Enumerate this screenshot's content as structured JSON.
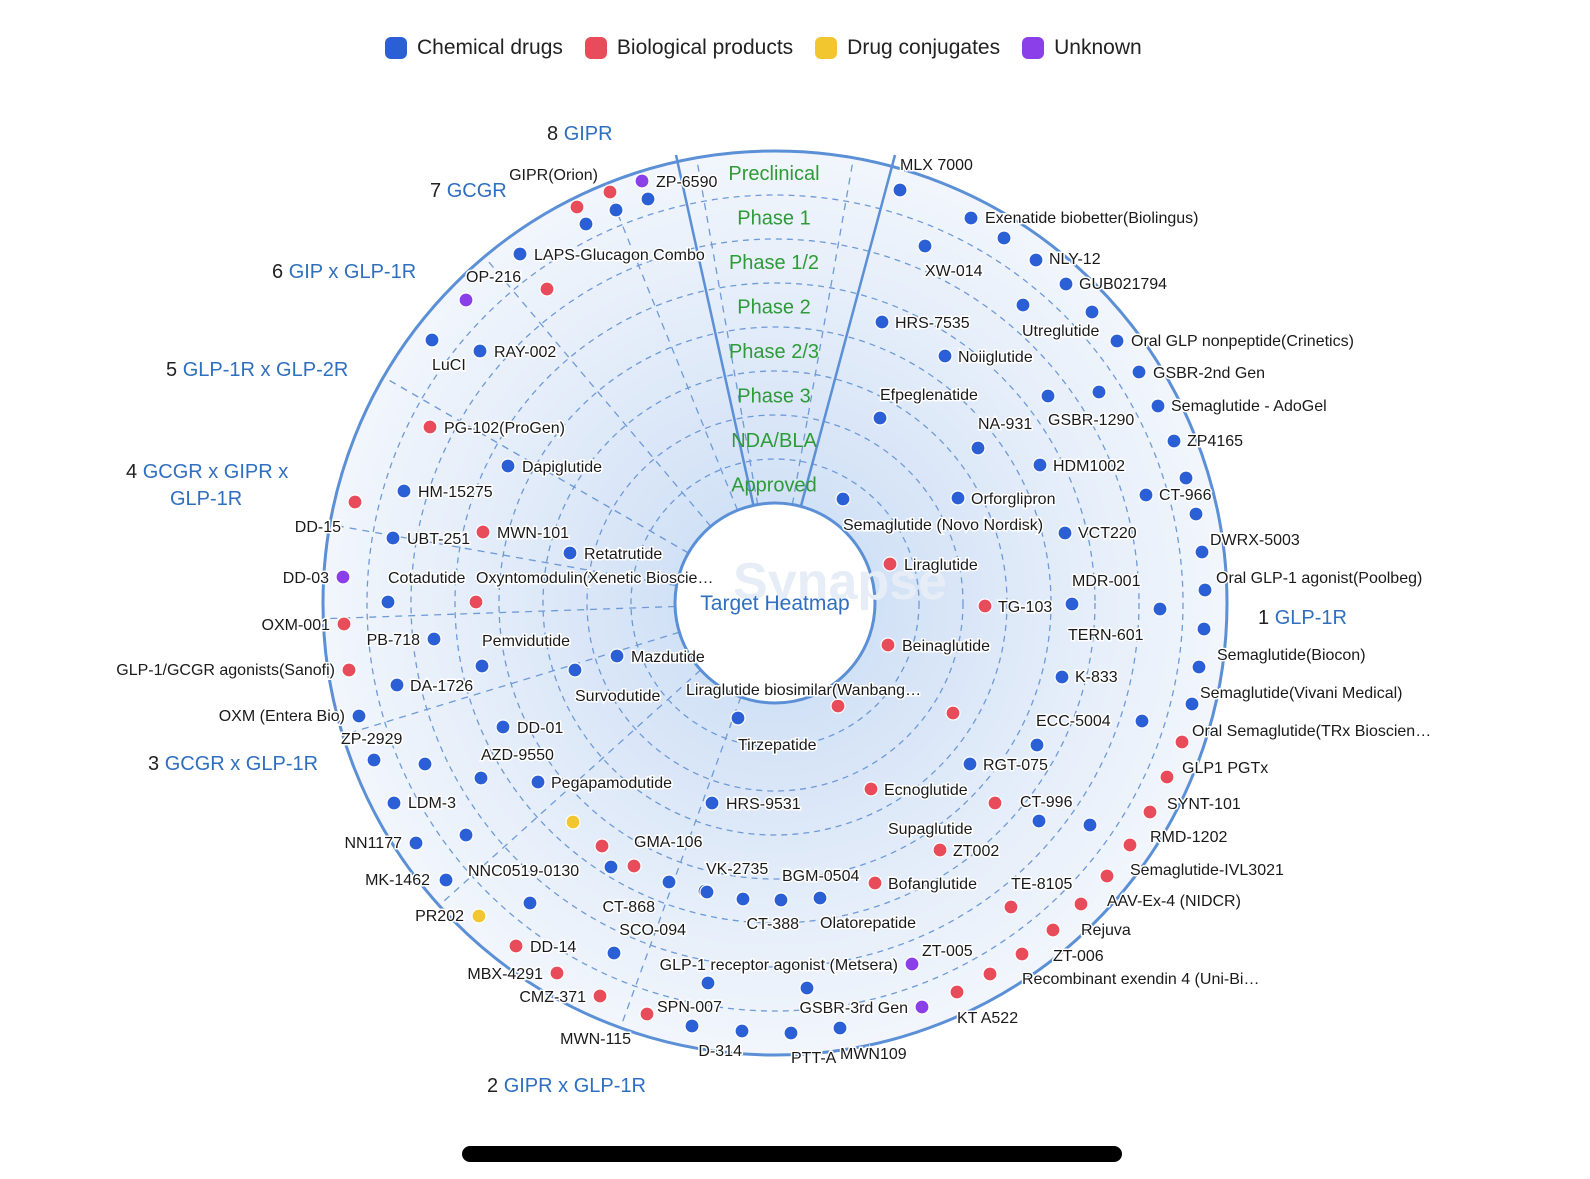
{
  "colors": {
    "chemical": "#2a5fd6",
    "biological": "#e84c5a",
    "conjugate": "#f2c62f",
    "unknown": "#8a3fe8",
    "phase_text": "#2e9b38",
    "target_text": "#2f6fbf",
    "ring": "#5b8fd6"
  },
  "legend": [
    {
      "label": "Chemical drugs",
      "type": "chemical"
    },
    {
      "label": "Biological products",
      "type": "biological"
    },
    {
      "label": "Drug conjugates",
      "type": "conjugate"
    },
    {
      "label": "Unknown",
      "type": "unknown"
    }
  ],
  "center_label": "Target Heatmap",
  "watermark": "Synapse",
  "phases": [
    "Preclinical",
    "Phase 1",
    "Phase 1/2",
    "Phase 2",
    "Phase 2/3",
    "Phase 3",
    "NDA/BLA",
    "Approved"
  ],
  "targets": [
    {
      "num": "1",
      "name": "GLP-1R"
    },
    {
      "num": "2",
      "name": "GIPR x GLP-1R"
    },
    {
      "num": "3",
      "name": "GCGR x GLP-1R"
    },
    {
      "num": "4",
      "name": "GCGR x GIPR x GLP-1R"
    },
    {
      "num": "5",
      "name": "GLP-1R x GLP-2R"
    },
    {
      "num": "6",
      "name": "GIP x GLP-1R"
    },
    {
      "num": "7",
      "name": "GCGR"
    },
    {
      "num": "8",
      "name": "GIPR"
    }
  ],
  "drugs": [
    {
      "name": "MLX 7000",
      "type": "chemical"
    },
    {
      "name": "Exenatide biobetter(Biolingus)",
      "type": "chemical"
    },
    {
      "name": "NLY-12",
      "type": "chemical"
    },
    {
      "name": "GUB021794",
      "type": "chemical"
    },
    {
      "name": "XW-014",
      "type": "chemical"
    },
    {
      "name": "Utreglutide",
      "type": "chemical"
    },
    {
      "name": "Oral GLP nonpeptide(Crinetics)",
      "type": "chemical"
    },
    {
      "name": "HRS-7535",
      "type": "chemical"
    },
    {
      "name": "Noiiglutide",
      "type": "chemical"
    },
    {
      "name": "GSBR-2nd Gen",
      "type": "chemical"
    },
    {
      "name": "Semaglutide - AdoGel",
      "type": "chemical"
    },
    {
      "name": "Efpeglenatide",
      "type": "chemical"
    },
    {
      "name": "NA-931",
      "type": "chemical"
    },
    {
      "name": "GSBR-1290",
      "type": "chemical"
    },
    {
      "name": "ZP4165",
      "type": "chemical"
    },
    {
      "name": "HDM1002",
      "type": "chemical"
    },
    {
      "name": "CT-966",
      "type": "chemical"
    },
    {
      "name": "Orforglipron",
      "type": "chemical"
    },
    {
      "name": "Semaglutide (Novo Nordisk)",
      "type": "chemical"
    },
    {
      "name": "VCT220",
      "type": "chemical"
    },
    {
      "name": "DWRX-5003",
      "type": "chemical"
    },
    {
      "name": "Liraglutide",
      "type": "biological"
    },
    {
      "name": "MDR-001",
      "type": "chemical"
    },
    {
      "name": "Oral GLP-1 agonist(Poolbeg)",
      "type": "chemical"
    },
    {
      "name": "TG-103",
      "type": "biological"
    },
    {
      "name": "TERN-601",
      "type": "chemical"
    },
    {
      "name": "Beinaglutide",
      "type": "biological"
    },
    {
      "name": "Semaglutide(Biocon)",
      "type": "chemical"
    },
    {
      "name": "K-833",
      "type": "chemical"
    },
    {
      "name": "Semaglutide(Vivani Medical)",
      "type": "chemical"
    },
    {
      "name": "Liraglutide biosimilar(Wanbang…",
      "type": "biological"
    },
    {
      "name": "ECC-5004",
      "type": "chemical"
    },
    {
      "name": "Oral Semaglutide(TRx Bioscien…",
      "type": "chemical"
    },
    {
      "name": "RGT-075",
      "type": "chemical"
    },
    {
      "name": "GLP1 PGTx",
      "type": "biological"
    },
    {
      "name": "Ecnoglutide",
      "type": "biological"
    },
    {
      "name": "CT-996",
      "type": "chemical"
    },
    {
      "name": "SYNT-101",
      "type": "biological"
    },
    {
      "name": "Supaglutide",
      "type": "biological"
    },
    {
      "name": "RMD-1202",
      "type": "biological"
    },
    {
      "name": "ZT002",
      "type": "biological"
    },
    {
      "name": "Semaglutide-IVL3021",
      "type": "biological"
    },
    {
      "name": "Bofanglutide",
      "type": "biological"
    },
    {
      "name": "TE-8105",
      "type": "biological"
    },
    {
      "name": "AAV-Ex-4 (NIDCR)",
      "type": "biological"
    },
    {
      "name": "Rejuva",
      "type": "biological"
    },
    {
      "name": "ZT-006",
      "type": "biological"
    },
    {
      "name": "ZT-005",
      "type": "biological"
    },
    {
      "name": "Recombinant exendin 4 (Uni-Bi…",
      "type": "biological"
    },
    {
      "name": "KT A522",
      "type": "biological"
    },
    {
      "name": "GSBR-3rd Gen",
      "type": "unknown"
    },
    {
      "name": "GLP-1 receptor agonist (Metsera)",
      "type": "unknown"
    },
    {
      "name": "Olatorepatide",
      "type": "chemical"
    },
    {
      "name": "MWN109",
      "type": "chemical"
    },
    {
      "name": "PTT-A",
      "type": "chemical"
    },
    {
      "name": "D-314",
      "type": "chemical"
    },
    {
      "name": "MWN-115",
      "type": "biological"
    },
    {
      "name": "SPN-007",
      "type": "chemical"
    },
    {
      "name": "CMZ-371",
      "type": "biological"
    },
    {
      "name": "MBX-4291",
      "type": "biological"
    },
    {
      "name": "DD-14",
      "type": "biological"
    },
    {
      "name": "SCO-094",
      "type": "chemical"
    },
    {
      "name": "CT-868",
      "type": "chemical"
    },
    {
      "name": "CT-388",
      "type": "chemical"
    },
    {
      "name": "BGM-0504",
      "type": "chemical"
    },
    {
      "name": "VK-2735",
      "type": "chemical"
    },
    {
      "name": "GMA-106",
      "type": "biological"
    },
    {
      "name": "HRS-9531",
      "type": "chemical"
    },
    {
      "name": "Tirzepatide",
      "type": "chemical"
    },
    {
      "name": "PR202",
      "type": "conjugate"
    },
    {
      "name": "NNC0519-0130",
      "type": "chemical"
    },
    {
      "name": "MK-1462",
      "type": "chemical"
    },
    {
      "name": "NN1177",
      "type": "chemical"
    },
    {
      "name": "LDM-3",
      "type": "chemical"
    },
    {
      "name": "Pegapamodutide",
      "type": "chemical"
    },
    {
      "name": "AZD-9550",
      "type": "chemical"
    },
    {
      "name": "DD-01",
      "type": "chemical"
    },
    {
      "name": "ZP-2929",
      "type": "chemical"
    },
    {
      "name": "OXM (Entera Bio)",
      "type": "chemical"
    },
    {
      "name": "DA-1726",
      "type": "chemical"
    },
    {
      "name": "Survodutide",
      "type": "chemical"
    },
    {
      "name": "Mazdutide",
      "type": "chemical"
    },
    {
      "name": "Pemvidutide",
      "type": "chemical"
    },
    {
      "name": "GLP-1/GCGR agonists(Sanofi)",
      "type": "biological"
    },
    {
      "name": "PB-718",
      "type": "chemical"
    },
    {
      "name": "OXM-001",
      "type": "biological"
    },
    {
      "name": "Cotadutide",
      "type": "chemical"
    },
    {
      "name": "Oxyntomodulin(Xenetic Bioscie…",
      "type": "biological"
    },
    {
      "name": "DD-03",
      "type": "unknown"
    },
    {
      "name": "Retatrutide",
      "type": "chemical"
    },
    {
      "name": "MWN-101",
      "type": "biological"
    },
    {
      "name": "UBT-251",
      "type": "chemical"
    },
    {
      "name": "DD-15",
      "type": "biological"
    },
    {
      "name": "HM-15275",
      "type": "chemical"
    },
    {
      "name": "Dapiglutide",
      "type": "chemical"
    },
    {
      "name": "PG-102(ProGen)",
      "type": "biological"
    },
    {
      "name": "LuCI",
      "type": "chemical"
    },
    {
      "name": "RAY-002",
      "type": "chemical"
    },
    {
      "name": "OP-216",
      "type": "unknown"
    },
    {
      "name": "LAPS-Glucagon Combo",
      "type": "chemical"
    },
    {
      "name": "GIPR(Orion)",
      "type": "biological"
    },
    {
      "name": "ZP-6590",
      "type": "unknown"
    }
  ]
}
